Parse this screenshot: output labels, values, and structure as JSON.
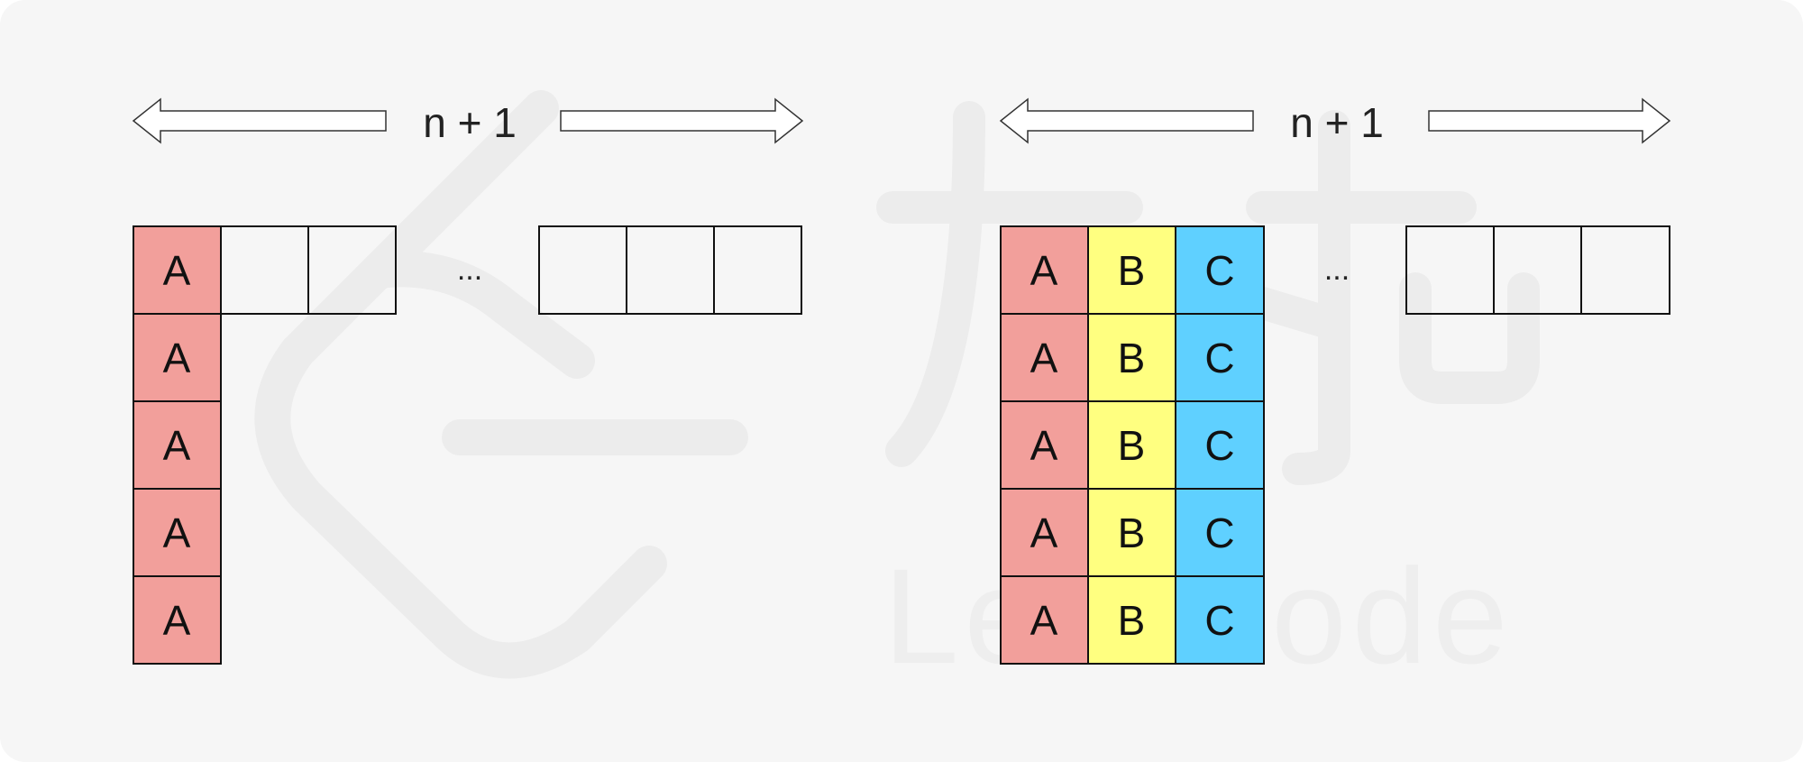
{
  "colors": {
    "background": "#f6f6f6",
    "col_a": "#f29f9b",
    "col_b": "#ffff80",
    "col_c": "#5fd0ff",
    "grid_stroke": "#111111",
    "watermark": "#ececec"
  },
  "left_panel": {
    "width_label": "n + 1",
    "ellipsis": "...",
    "column_letter": "A"
  },
  "right_panel": {
    "width_label": "n + 1",
    "ellipsis": "...",
    "column_letters": [
      "A",
      "B",
      "C"
    ]
  },
  "watermark": {
    "text": "LeetCode",
    "icons": [
      "leetcode-logo-icon",
      "chinese-characters-watermark"
    ]
  }
}
